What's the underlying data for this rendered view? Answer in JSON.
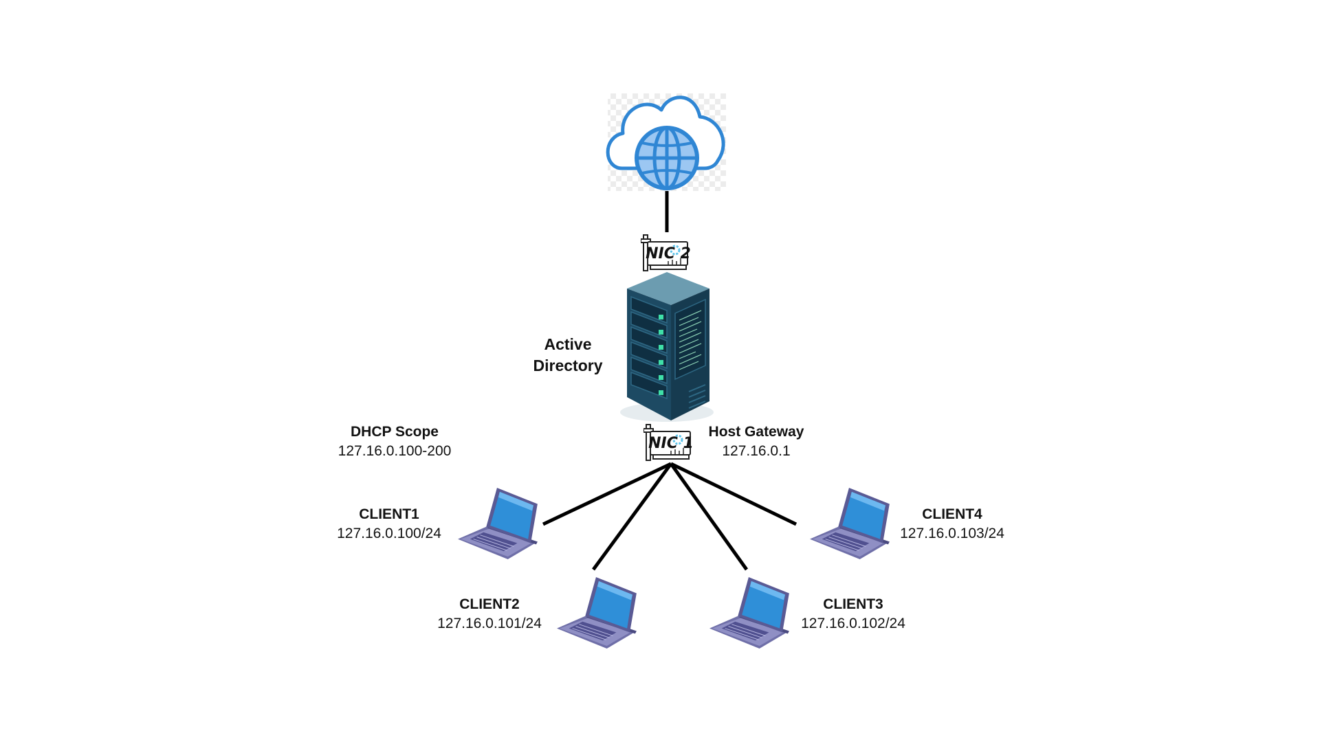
{
  "server": {
    "label_line1": "Active",
    "label_line2": "Directory",
    "icon": "server-rack-icon"
  },
  "internet": {
    "icon": "cloud-globe-icon"
  },
  "nics": [
    {
      "id": "nic2",
      "label": "NIC 2",
      "icon": "network-card-icon"
    },
    {
      "id": "nic1",
      "label": "NIC 1",
      "icon": "network-card-icon"
    }
  ],
  "dhcp": {
    "title": "DHCP Scope",
    "range": "127.16.0.100-200"
  },
  "gateway": {
    "title": "Host Gateway",
    "ip": "127.16.0.1"
  },
  "clients": [
    {
      "name": "CLIENT1",
      "ip": "127.16.0.100/24",
      "icon": "laptop-icon"
    },
    {
      "name": "CLIENT2",
      "ip": "127.16.0.101/24",
      "icon": "laptop-icon"
    },
    {
      "name": "CLIENT3",
      "ip": "127.16.0.102/24",
      "icon": "laptop-icon"
    },
    {
      "name": "CLIENT4",
      "ip": "127.16.0.103/24",
      "icon": "laptop-icon"
    }
  ],
  "colors": {
    "link": "#000000",
    "cloud_stroke": "#2f86d4",
    "globe_fill": "#9cc7f2",
    "server_body": "#1d4a63",
    "server_top": "#6c9cb0",
    "server_led": "#3fe0a8",
    "laptop_body": "#6f6fa8",
    "laptop_screen": "#2f8fd8"
  }
}
